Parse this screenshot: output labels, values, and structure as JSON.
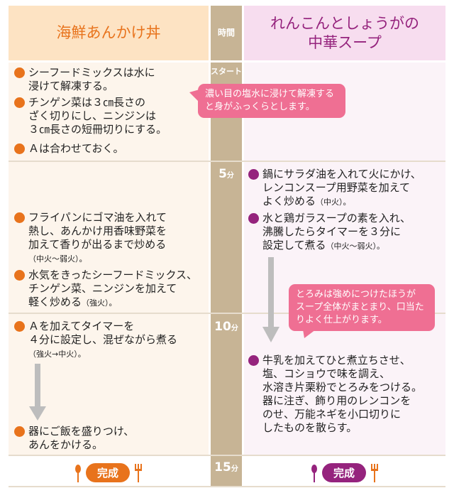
{
  "header": {
    "left_title": "海鮮あんかけ丼",
    "time_title": "時間",
    "right_title_line1": "れんこんとしょうがの",
    "right_title_line2": "中華スープ"
  },
  "timeline": {
    "start": "スタート",
    "t5": "5",
    "t10": "10",
    "t15": "15",
    "unit": "分"
  },
  "left_steps": {
    "s1_l1": "シーフードミックスは水に",
    "s1_l2": "浸けて解凍する。",
    "s2_l1": "チンゲン菜は３㎝長さの",
    "s2_l2": "ざく切りにし、ニンジンは",
    "s2_l3": "３㎝長さの短冊切りにする。",
    "s3_l1": "Ａは合わせておく。",
    "s4_l1": "フライパンにゴマ油を入れて",
    "s4_l2": "熱し、あんかけ用香味野菜を",
    "s4_l3": "加えて香りが出るまで炒める",
    "s4_heat": "（中火～弱火）。",
    "s5_l1": "水気をきったシーフードミックス、",
    "s5_l2": "チンゲン菜、ニンジンを加えて",
    "s5_l3": "軽く炒める",
    "s5_heat": "（強火）。",
    "s6_l1": "Ａを加えてタイマーを",
    "s6_l2": "４分に設定し、混ぜながら煮る",
    "s6_heat": "（強火→中火）。",
    "s7_l1": "器にご飯を盛りつけ、",
    "s7_l2": "あんをかける。"
  },
  "right_steps": {
    "s1_l1": "鍋にサラダ油を入れて火にかけ、",
    "s1_l2": "レンコンスープ用野菜を加えて",
    "s1_l3": "よく炒める",
    "s1_heat": "（中火）。",
    "s2_l1": "水と鶏ガラスープの素を入れ、",
    "s2_l2": "沸騰したらタイマーを３分に",
    "s2_l3": "設定して煮る",
    "s2_heat": "（中火～弱火）。",
    "s3_l1": "牛乳を加えてひと煮立ちさせ、",
    "s3_l2": "塩、コショウで味を調え、",
    "s3_l3": "水溶き片栗粉でとろみをつける。",
    "s3_l4": "器に注ぎ、飾り用のレンコンを",
    "s3_l5": "のせ、万能ネギを小口切りに",
    "s3_l6": "したものを散らす。"
  },
  "callouts": {
    "c1_l1": "濃い目の塩水に浸けて解凍する",
    "c1_l2": "と身がふっくらとします。",
    "c2_l1": "とろみは強めにつけたほうが",
    "c2_l2": "スープ全体がまとまり、口当た",
    "c2_l3": "りよく仕上がります。"
  },
  "footer": {
    "done_left": "完成",
    "done_right": "完成"
  },
  "colors": {
    "orange": "#e8731c",
    "purple": "#95237d",
    "pink": "#ef6f93",
    "time_bar": "#c7b495"
  },
  "icons": [
    "spoon-icon",
    "fork-icon",
    "down-arrow-icon"
  ]
}
